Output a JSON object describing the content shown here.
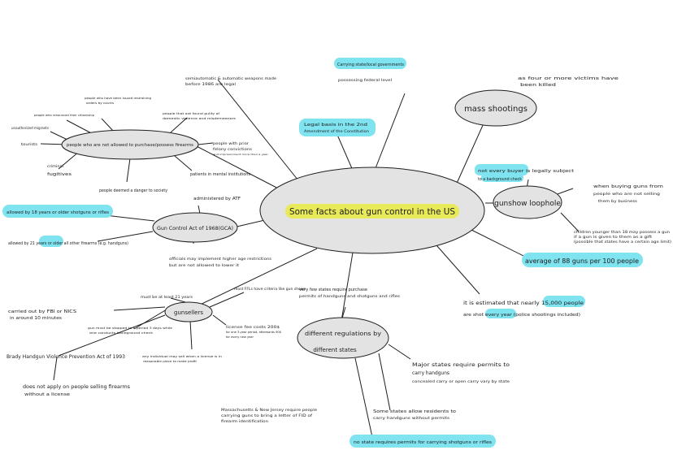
{
  "center": {
    "label": "Some facts about gun control in the US"
  },
  "nodes": {
    "mass_shootings": "mass shootings",
    "gunshow_loophole": "gunshow loophole",
    "not_allowed": "people who are not allowed to purchase/possess firearms",
    "gca": "Gun Control Act of 1968(GCA)",
    "gunsellers": "gunsellers",
    "regulations_1": "different regulations by",
    "regulations_2": "different states"
  },
  "notes": {
    "carrying_state": "Carrying state/local governments",
    "possessing_federal": "possessing federal level",
    "legal_basis_1": "Legal basis in the 2nd",
    "legal_basis_2": "Amendment of the Constitution",
    "semi_auto_1": "semiautomatic & automatic weapons made",
    "semi_auto_2": "before 1986 are legal",
    "four_victims_1": "as four or more victims have",
    "four_victims_2": "been killed",
    "not_every_buyer_1": "not every buyer is legally subject",
    "not_every_buyer_2": "to a background check",
    "when_buying_1": "when buying guns from",
    "when_buying_2": "people who are not selling",
    "when_buying_3": "them by business",
    "children_1": "children younger than 18 may possess a gun",
    "children_2": "if a gun is given to them as a gift",
    "children_3": "(possible that states have a certain age limit)",
    "average_guns": "average of 88 guns per 100 people",
    "estimated_1": "it is estimated that nearly 15,000 people",
    "estimated_2": "are shot every year (police shootings included)",
    "very_few_1": "very few states require purchase",
    "very_few_2": "permits of handguns and shotguns and rifles",
    "major_states_1": "Major states require permits to",
    "major_states_2": "carry handguns",
    "major_states_3": "concealed carry or open carry vary by state",
    "some_states_1": "Some states allow residents to",
    "some_states_2": "carry handguns without permits",
    "mass_nj_1": "Massachusetts & New Jersey require people",
    "mass_nj_2": "carrying guns to bring a letter of FID of",
    "mass_nj_3": "firearm identification",
    "no_state": "no state requires permits for carrying shotguns or rifles",
    "administered": "administered by ATF",
    "allowed_18": "allowed by 18 years or older shotguns or rifles",
    "allowed_21": "allowed by 21 years or older all other firearms (e.g. handguns)",
    "officials_1": "officials may implement higher age restrictions",
    "officials_2": "but are not allowed to lower it",
    "must_be_21": "must be at least 21 years",
    "most_ffl": "most FFLs have criteria like gun shows",
    "license_1": "license fee costs 200$",
    "license_2": "for one 3-year period, afterwards 90$",
    "license_3": "for every new year",
    "carried_out_1": "carried out by FBI or NICS",
    "carried_out_2": "in around 10 minutes",
    "gun_must_1": "gun must be stopped to a period 3 days while",
    "gun_must_2": "one conducts background check",
    "brady": "Brady Handgun Violence Prevention Act of 1993",
    "does_not_1": "does not apply on people selling firearms",
    "does_not_2": "without a license",
    "any_individual_1": "any individual may sell when a license is in",
    "any_individual_2": "reasonable place to make profit",
    "removed_1": "people who have been issued restraining",
    "removed_2": "orders by courts",
    "renounced": "people who renounced their citizenship",
    "guilty_1": "people that are found guilty of",
    "guilty_2": "domestic violence and misdemeanors",
    "unauthorized": "unauthorized migrants",
    "tourists": "tourists",
    "prior_1": "people with prior",
    "prior_2": "felony convictions",
    "prior_3": "and imprisonment more than a year",
    "criminal": "criminal",
    "fugitives": "fugitives",
    "patients": "patients in mental institutions",
    "danger": "people deemed a danger to society"
  },
  "colors": {
    "highlight_cyan": "#7fe3f0",
    "highlight_yellow": "#e8ea5a",
    "bubble_fill": "#e3e3e3",
    "ink": "#1c1c1c"
  }
}
